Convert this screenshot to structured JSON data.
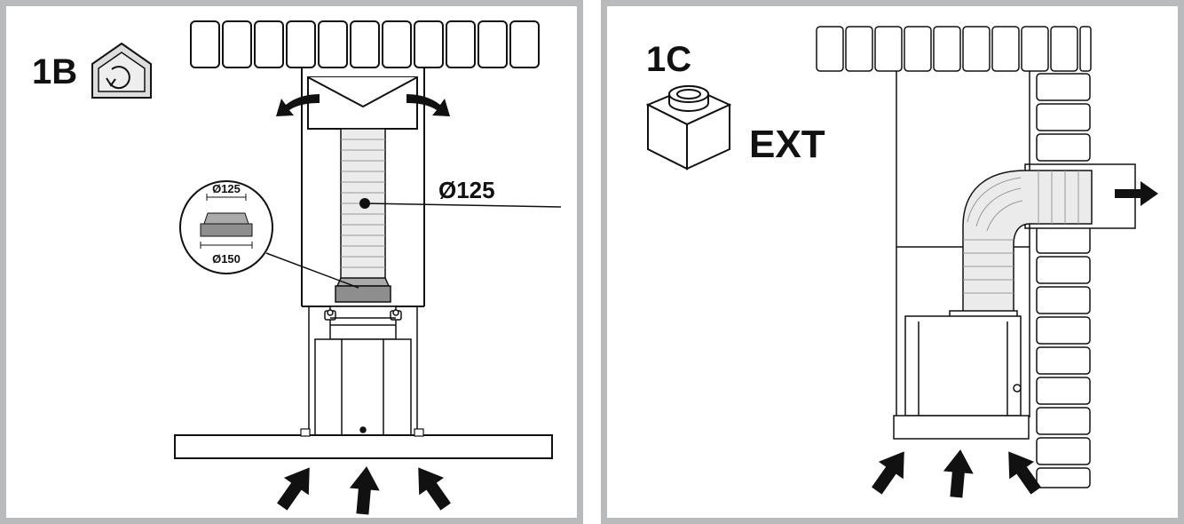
{
  "panel_1b": {
    "label": "1B",
    "mode_icon": "recirculation-house-icon",
    "duct_diameter": "Ø125",
    "adapter_top": "Ø125",
    "adapter_bottom": "Ø150"
  },
  "panel_1c": {
    "label": "1C",
    "mode_icon": "ducting-box-icon",
    "mode_label": "EXT"
  },
  "colors": {
    "panel_border": "#b9babc",
    "line": "#111111",
    "duct_fill": "#ebebeb",
    "adapter_fill": "#8e8e8e"
  }
}
